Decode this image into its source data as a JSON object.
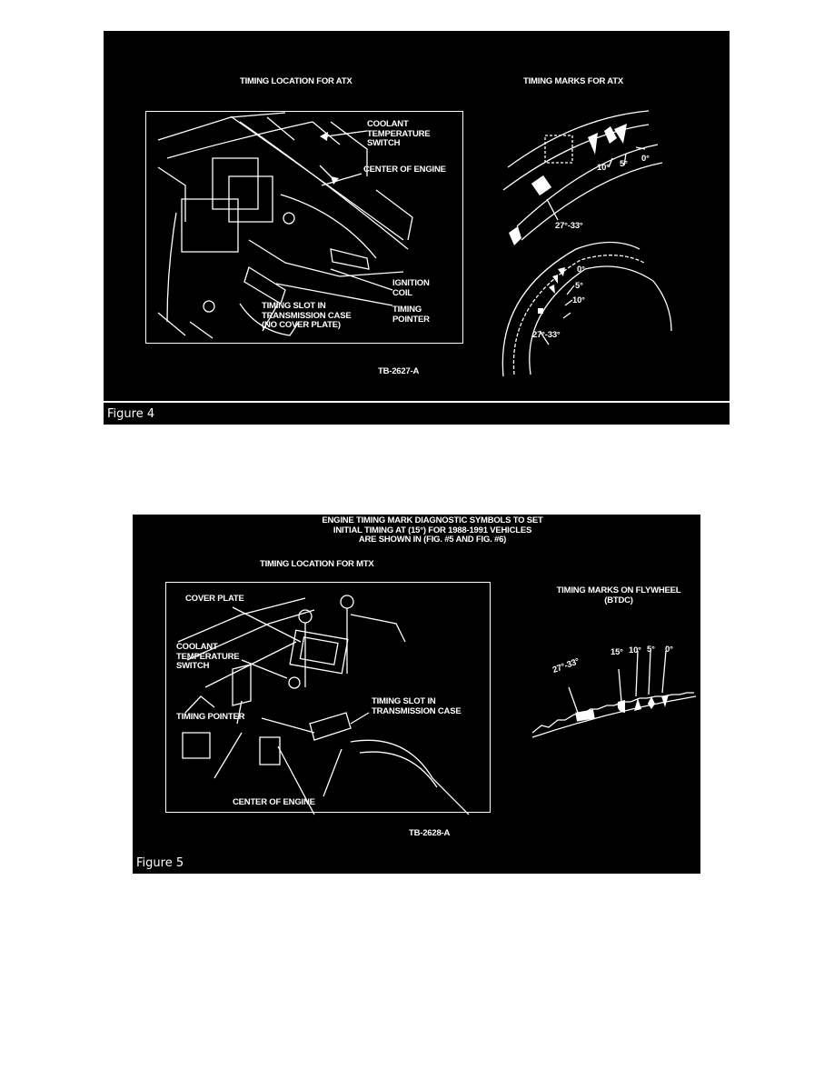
{
  "figure4": {
    "caption": "Figure 4",
    "title_location": "TIMING LOCATION FOR ATX",
    "title_marks": "TIMING MARKS FOR ATX",
    "callouts": {
      "coolant_switch": "COOLANT\nTEMPERATURE\nSWITCH",
      "center_engine": "CENTER OF ENGINE",
      "ignition_coil": "IGNITION\nCOIL",
      "timing_slot": "TIMING SLOT IN\nTRANSMISSION CASE\n(NO COVER PLATE)",
      "timing_pointer": "TIMING\nPOINTER"
    },
    "marks_upper": {
      "deg10": "10°",
      "deg5": "5°",
      "deg0": "0°",
      "range": "27°-33°"
    },
    "marks_lower": {
      "deg0": "0°",
      "deg5": "5°",
      "deg10": "10°",
      "range": "27°-33°"
    },
    "ref": "TB-2627-A"
  },
  "figure5": {
    "caption": "Figure 5",
    "header": "ENGINE TIMING MARK DIAGNOSTIC SYMBOLS TO SET\nINITIAL TIMING AT (15°) FOR 1988-1991 VEHICLES\nARE SHOWN IN (FIG. #5 AND FIG. #6)",
    "title_location": "TIMING LOCATION FOR MTX",
    "title_marks": "TIMING MARKS ON FLYWHEEL\n(BTDC)",
    "callouts": {
      "cover_plate": "COVER PLATE",
      "coolant_switch": "COOLANT\nTEMPERATURE\nSWITCH",
      "timing_slot": "TIMING SLOT IN\nTRANSMISSION CASE",
      "timing_pointer": "TIMING POINTER",
      "center_engine": "CENTER OF ENGINE"
    },
    "marks": {
      "range": "27°-33°",
      "deg15": "15°",
      "deg10": "10°",
      "deg5": "5°",
      "deg0": "0°"
    },
    "ref": "TB-2628-A"
  }
}
